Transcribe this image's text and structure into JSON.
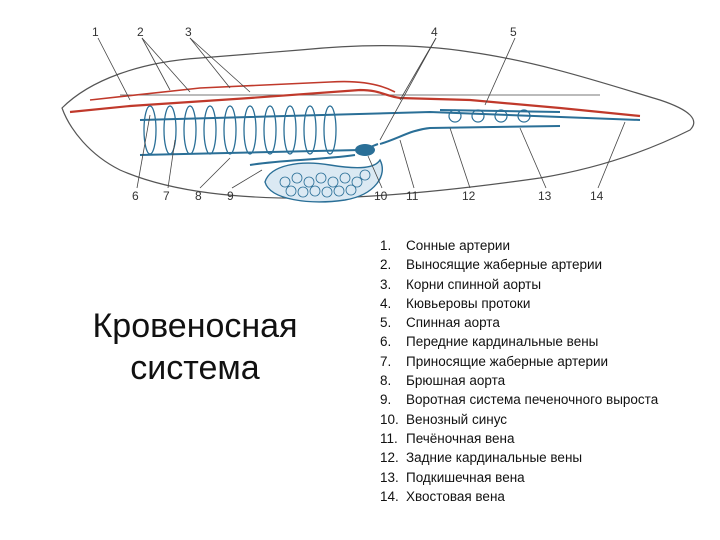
{
  "title_lines": [
    "Кровеносная",
    "система"
  ],
  "callout_numbers": [
    "1",
    "2",
    "3",
    "4",
    "5",
    "6",
    "7",
    "8",
    "9",
    "10",
    "11",
    "12",
    "13",
    "14"
  ],
  "legend": [
    {
      "num": "1.",
      "text": "Сонные артерии"
    },
    {
      "num": "2.",
      "text": "Выносящие жаберные артерии"
    },
    {
      "num": "3.",
      "text": "Корни спинной аорты"
    },
    {
      "num": "4.",
      "text": "Кювьеровы протоки"
    },
    {
      "num": "5.",
      "text": "Спинная аорта"
    },
    {
      "num": "6.",
      "text": "Передние кардинальные вены"
    },
    {
      "num": "7.",
      "text": "Приносящие жаберные артерии"
    },
    {
      "num": "8.",
      "text": "Брюшная аорта"
    },
    {
      "num": "9.",
      "text": "Воротная система печеночного выроста"
    },
    {
      "num": "10.",
      "text": "Венозный синус"
    },
    {
      "num": "11.",
      "text": "Печёночная вена"
    },
    {
      "num": "12.",
      "text": "Задние кардинальные вены"
    },
    {
      "num": "13.",
      "text": "Подкишечная вена"
    },
    {
      "num": "14.",
      "text": "Хвостовая вена"
    }
  ],
  "colors": {
    "artery": "#c0392b",
    "vein": "#2a6f97",
    "outline": "#555555",
    "liver": "#6fa3c6"
  }
}
